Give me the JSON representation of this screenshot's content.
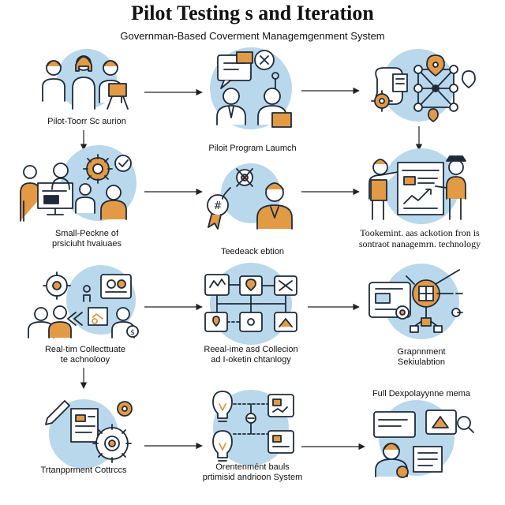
{
  "title": "Pilot Testing s and Iteration",
  "subtitle": "Governman-Based Coverment Managemgenment System",
  "colors": {
    "circle": "#b9d8ec",
    "line": "#1e2a3a",
    "accent": "#e39a45",
    "arrow": "#222222"
  },
  "nodes": [
    {
      "id": "pilot-team",
      "icon": "team-icon",
      "lines": [
        "Pilot-Toorr Sc aurion"
      ]
    },
    {
      "id": "pilot-launch",
      "icon": "message-people-icon",
      "lines": [
        "Piloit Program Laumch"
      ]
    },
    {
      "id": "network",
      "icon": "network-gear-icon",
      "lines": []
    },
    {
      "id": "small-pilot",
      "icon": "workstation-gear-icon",
      "lines": [
        "Small-Peckne of",
        "prsiciuht hvaiuaes"
      ]
    },
    {
      "id": "feedback",
      "icon": "award-person-icon",
      "lines": [
        "Teedeack ebtion"
      ]
    },
    {
      "id": "tookemint",
      "icon": "presentation-icon",
      "lines": [
        "Tookemint. aas ackotion fron is",
        "sontraot nanagemrn. technology"
      ]
    },
    {
      "id": "realtime-collect",
      "icon": "collaboration-icon",
      "lines": [
        "Real-tim Collecttuate",
        "te achnolooy"
      ]
    },
    {
      "id": "realtime-collection",
      "icon": "flowchart-icon",
      "lines": [
        "Reeal-ime asd Collecion",
        "ad I-oketin chtanlogy"
      ]
    },
    {
      "id": "graphnment",
      "icon": "tablet-network-icon",
      "lines": [
        "Grapnnment",
        "Sekiulabtion"
      ]
    },
    {
      "id": "transparent",
      "icon": "document-gear-icon",
      "lines": [
        "Trtanpprment Cottrccs"
      ]
    },
    {
      "id": "orientment",
      "icon": "lightbulb-chart-icon",
      "lines": [
        "Orentenmént bauls",
        "prtimisid andrioon System"
      ]
    },
    {
      "id": "full-deploy",
      "icon": "deployment-icon",
      "lines": [
        "Full Dexpolayynne mema"
      ]
    }
  ]
}
